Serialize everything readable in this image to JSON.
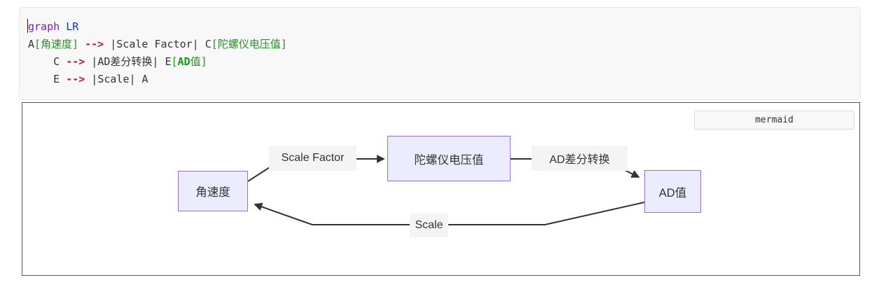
{
  "code_block": {
    "language": "mermaid",
    "lines": [
      {
        "tokens": [
          {
            "t": "graph",
            "c": "keyword"
          },
          {
            "t": " ",
            "c": "plain"
          },
          {
            "t": "LR",
            "c": "entity"
          }
        ]
      },
      {
        "tokens": [
          {
            "t": "A",
            "c": "plain"
          },
          {
            "t": "[角速度]",
            "c": "string"
          },
          {
            "t": " ",
            "c": "plain"
          },
          {
            "t": "-->",
            "c": "operator"
          },
          {
            "t": " |Scale Factor| ",
            "c": "plain"
          },
          {
            "t": "C",
            "c": "plain"
          },
          {
            "t": "[陀螺仪电压值]",
            "c": "string"
          }
        ]
      },
      {
        "tokens": [
          {
            "t": "    C ",
            "c": "plain"
          },
          {
            "t": "-->",
            "c": "operator"
          },
          {
            "t": " |AD差分转换| ",
            "c": "plain"
          },
          {
            "t": "E",
            "c": "plain"
          },
          {
            "t": "[",
            "c": "string"
          },
          {
            "t": "AD",
            "c": "string-bold"
          },
          {
            "t": "值]",
            "c": "string"
          }
        ]
      },
      {
        "tokens": [
          {
            "t": "    E ",
            "c": "plain"
          },
          {
            "t": "-->",
            "c": "operator"
          },
          {
            "t": " |Scale| A",
            "c": "plain"
          }
        ]
      }
    ]
  },
  "diagram": {
    "badge_label": "mermaid",
    "type": "flowchart-LR",
    "nodes": {
      "a": {
        "id": "A",
        "label": "角速度"
      },
      "c": {
        "id": "C",
        "label": "陀螺仪电压值"
      },
      "e": {
        "id": "E",
        "label": "AD值"
      }
    },
    "edges": [
      {
        "from": "A",
        "to": "C",
        "label": "Scale Factor"
      },
      {
        "from": "C",
        "to": "E",
        "label": "AD差分转换"
      },
      {
        "from": "E",
        "to": "A",
        "label": "Scale"
      }
    ],
    "edge_labels": {
      "scale_factor": "Scale Factor",
      "ad_conversion": "AD差分转换",
      "scale": "Scale"
    },
    "colors": {
      "node_fill": "#ECECFF",
      "node_border": "#9370DB",
      "edge_stroke": "#333333",
      "edge_label_bg": "#f4f4f4",
      "code_keyword": "#7a1cc0",
      "code_entity": "#0d2bee",
      "code_operator": "#a42a2a",
      "code_string": "#2e8b2e"
    }
  }
}
